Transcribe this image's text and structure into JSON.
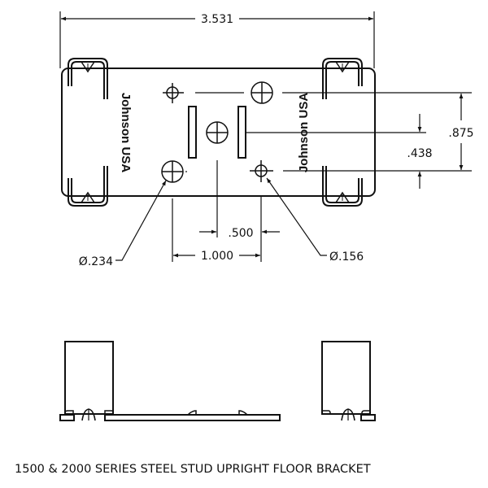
{
  "drawing": {
    "title": "1500 & 2000 SERIES STEEL STUD UPRIGHT FLOOR BRACKET",
    "brand_left": "Johnson USA",
    "brand_right": "Johnson USA",
    "dimensions": {
      "overall_width": "3.531",
      "vertical_outer": ".875",
      "vertical_half": ".438",
      "center_offset": ".500",
      "hole_spacing": "1.000",
      "large_hole_dia": "Ø.234",
      "small_hole_dia": "Ø.156"
    },
    "colors": {
      "line": "#111111",
      "background": "#ffffff"
    }
  }
}
